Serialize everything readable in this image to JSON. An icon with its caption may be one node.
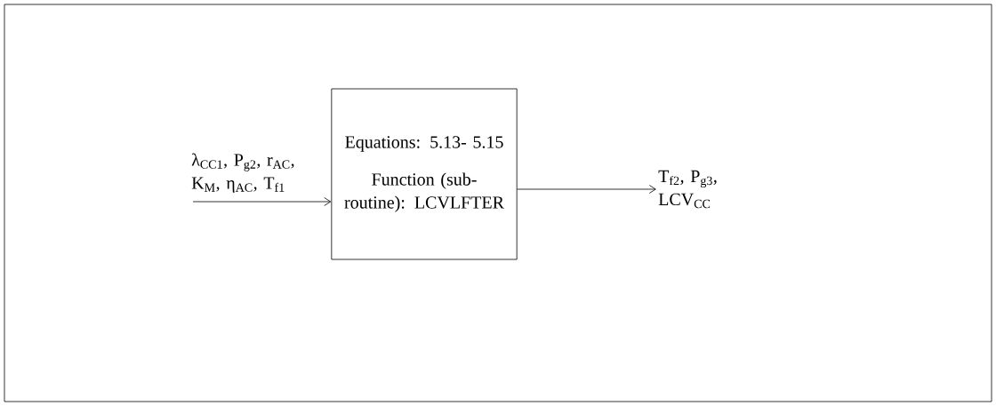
{
  "diagram": {
    "nodes": [
      {
        "text": [
          "λ$_{CC1}$, P$_{g2}$, r$_{AC}$, K$_{M}$, η$_{AC}$, T$_{f1}$"
        ]
      },
      {
        "text": [
          "Equations: 5.13- 5.15",
          "Function (sub-routine): LCVLFTER"
        ]
      },
      {
        "text": [
          "T$_{f2}$, P$_{g3}$, LCV$_{CC}$"
        ]
      }
    ],
    "edges": [
      {
        "from": 0,
        "to": 1,
        "arrow": "to"
      },
      {
        "from": 1,
        "to": 2,
        "arrow": "to"
      }
    ]
  }
}
